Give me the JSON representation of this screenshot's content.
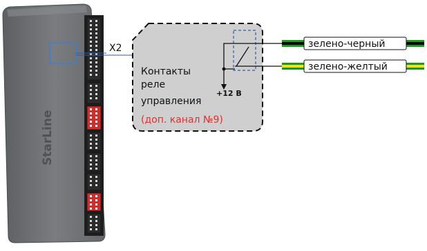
{
  "device": {
    "brand": "StarLine",
    "connector_label": "X2"
  },
  "relay_box": {
    "text_lines": [
      "Контакты",
      "реле",
      "управления"
    ],
    "highlight_text": "(доп. канал №9)",
    "power_label": "+12 В"
  },
  "wires": [
    {
      "label": "зелено-черный",
      "main_color": "#1a9a1a",
      "stripe_color": "#000000"
    },
    {
      "label": "зелено-желтый",
      "main_color": "#1a9a1a",
      "stripe_color": "#f0e020"
    }
  ],
  "colors": {
    "device_body": "#6f7175",
    "relay_box_fill": "#cfcfcf",
    "connector_highlight": "#3a7fd0",
    "highlight_text": "#e03030"
  }
}
